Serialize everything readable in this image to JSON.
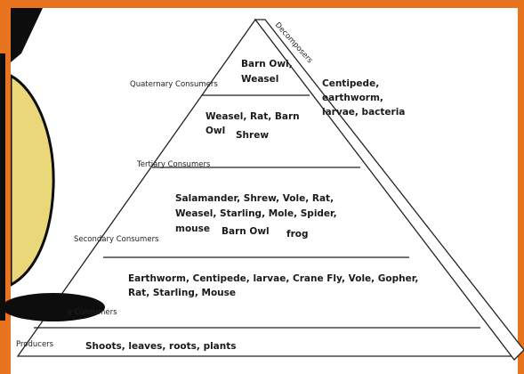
{
  "colors": {
    "frame_orange": "#E8741F",
    "blob_yellow": "#E9D77A",
    "blob_black": "#0d0d0d",
    "line_color": "#222222",
    "background": "#FFFFFF"
  },
  "levels": {
    "quaternary": {
      "label": "Quaternary  Consumers",
      "organisms_line1": "Barn Owl,",
      "organisms_line2": "Weasel"
    },
    "tertiary": {
      "label": "Tertiary Consumers",
      "organisms_line1": "Weasel, Rat, Barn",
      "organisms_line2": "Owl",
      "organisms_extra": "Shrew"
    },
    "secondary": {
      "label": "Secondary Consumers",
      "organisms_line1": "Salamander, Shrew, Vole, Rat,",
      "organisms_line2": "Weasel, Starling, Mole, Spider,",
      "organisms_line3a": "mouse",
      "organisms_line3b": "Barn Owl",
      "organisms_line3c": "frog"
    },
    "primary": {
      "label": "y Consumers",
      "organisms_line1": "Earthworm, Centipede, larvae, Crane Fly, Vole, Gopher,",
      "organisms_line2": "Rat, Starling, Mouse"
    },
    "producers": {
      "label": "Producers",
      "organisms": "Shoots, leaves, roots, plants"
    }
  },
  "decomposers": {
    "label": "Decomposers",
    "organisms_line1": "Centipede,",
    "organisms_line2": "earthworm,",
    "organisms_line3": "larvae, bacteria"
  }
}
